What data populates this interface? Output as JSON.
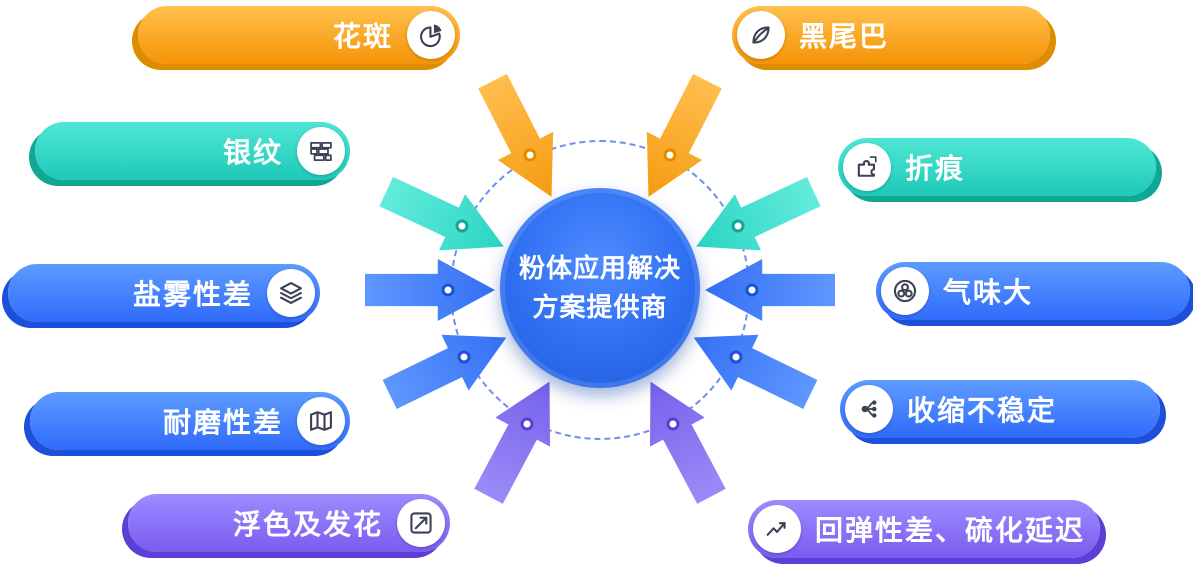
{
  "center": {
    "title_line1": "粉体应用解决",
    "title_line2": "方案提供商"
  },
  "pills": [
    {
      "label": "花斑",
      "icon": "pie-chart-icon",
      "theme": "orange",
      "side": "left"
    },
    {
      "label": "黑尾巴",
      "icon": "leaf-icon",
      "theme": "orange",
      "side": "right"
    },
    {
      "label": "银纹",
      "icon": "brick-wall-icon",
      "theme": "teal",
      "side": "left"
    },
    {
      "label": "折痕",
      "icon": "puzzle-icon",
      "theme": "teal",
      "side": "right"
    },
    {
      "label": "盐雾性差",
      "icon": "layers-icon",
      "theme": "blue",
      "side": "left"
    },
    {
      "label": "气味大",
      "icon": "bubbles-icon",
      "theme": "blue",
      "side": "right"
    },
    {
      "label": "耐磨性差",
      "icon": "map-icon",
      "theme": "blue",
      "side": "left"
    },
    {
      "label": "收缩不稳定",
      "icon": "nodes-icon",
      "theme": "blue",
      "side": "right"
    },
    {
      "label": "浮色及发花",
      "icon": "trend-arrow-icon",
      "theme": "purple",
      "side": "left"
    },
    {
      "label": "回弹性差、硫化延迟",
      "icon": "line-chart-icon",
      "theme": "purple",
      "side": "right"
    }
  ],
  "palette": {
    "orange": "#F59B10",
    "teal": "#2BD4C4",
    "blue": "#3570F5",
    "purple": "#7561EA",
    "center_blue": "#2E6FF2",
    "ring_dash": "#6C8FF0",
    "icon_glyph": "#3C4254"
  }
}
